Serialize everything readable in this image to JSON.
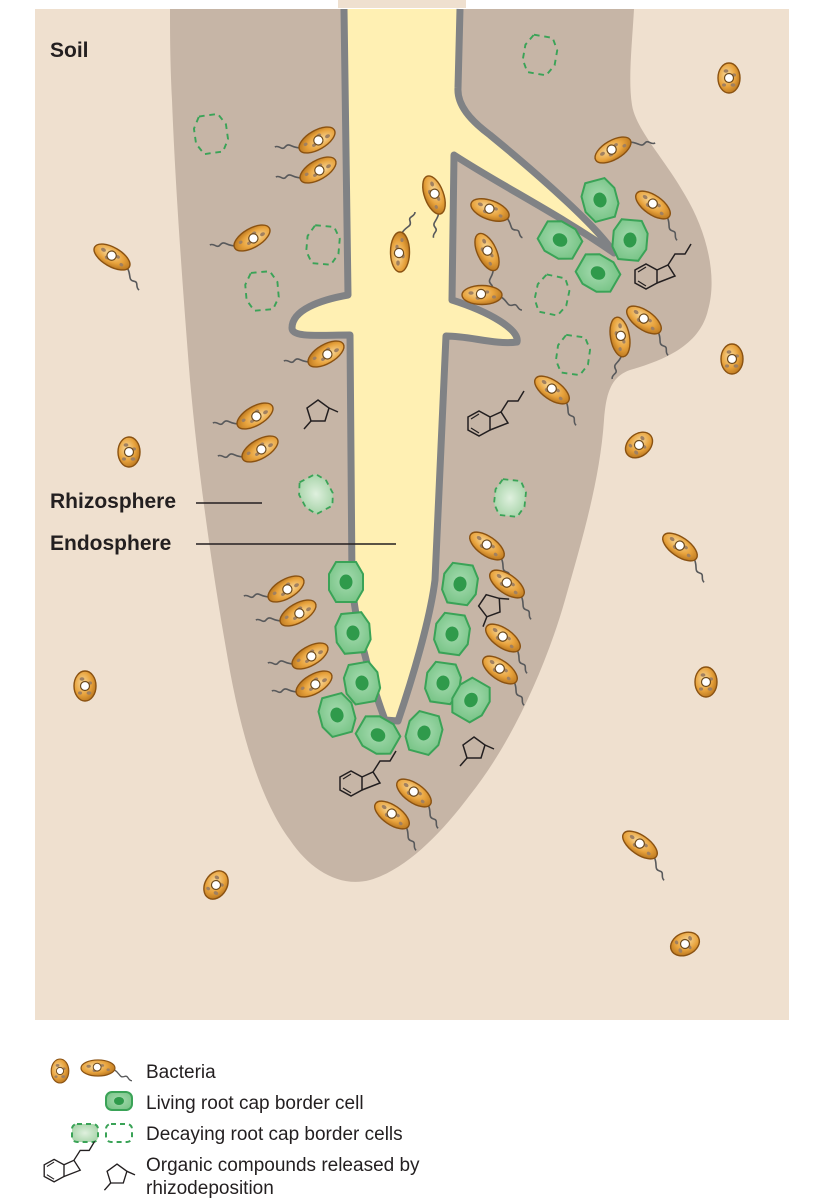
{
  "labels": {
    "soil": "Soil",
    "rhizosphere": "Rhizosphere",
    "endosphere": "Endosphere"
  },
  "legend": {
    "bacteria": "Bacteria",
    "living_cell": "Living root cap border cell",
    "decaying_cells": "Decaying  root cap border cells",
    "compounds_line1": "Organic compounds released by",
    "compounds_line2": "rhizodeposition"
  },
  "colors": {
    "soil": "#efe0cf",
    "rhizosphere": "#c6b5a6",
    "root": "#fff0b3",
    "root_outline": "#808285",
    "bacterium": "#e8a33d",
    "living_cell": "#81c98e",
    "cell_outline": "#3aa357"
  },
  "icons": [
    "bacterium-rod-icon",
    "bacterium-round-icon",
    "living-cell-icon",
    "decaying-cell-icon",
    "indane-molecule-icon",
    "cyclopentane-molecule-icon"
  ]
}
